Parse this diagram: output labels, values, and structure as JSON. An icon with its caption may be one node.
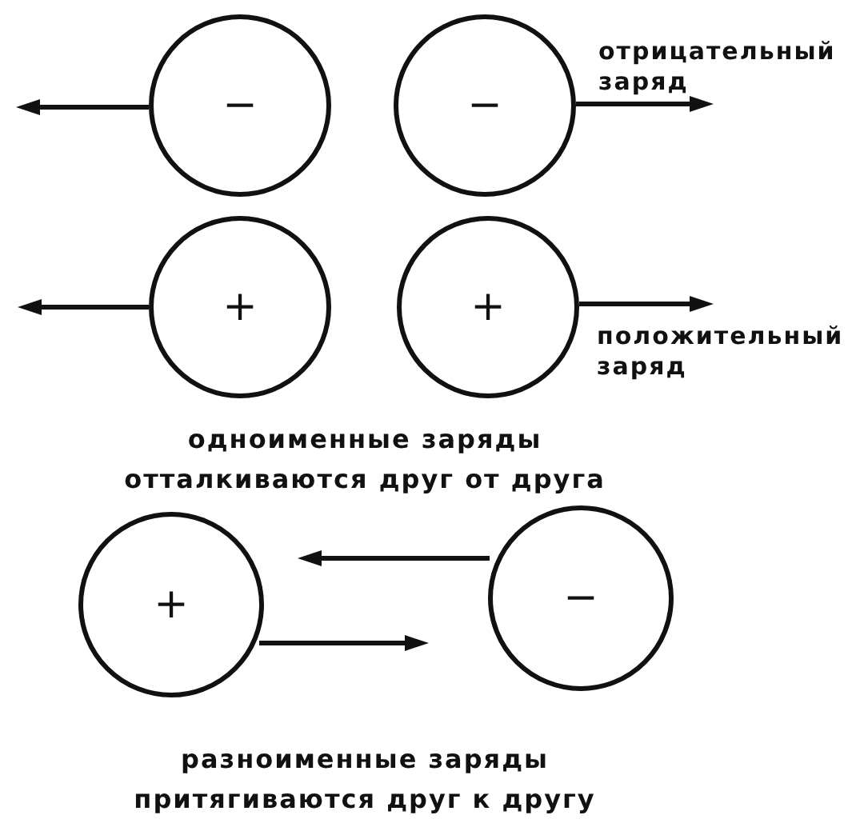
{
  "diagram": {
    "nodes": [
      {
        "text": [
          "−"
        ]
      },
      {
        "text": [
          "−"
        ],
        "beside": [
          "отрицательный заряд"
        ]
      },
      {
        "text": [
          "+"
        ]
      },
      {
        "text": [
          "+"
        ],
        "beside": [
          "положительный заряд"
        ]
      },
      {
        "text": [
          "+"
        ]
      },
      {
        "text": [
          "−"
        ]
      }
    ],
    "labels": [
      "одноименные заряды отталкиваются друг от друга",
      "разноименные заряды притягиваются друг к другу"
    ]
  }
}
